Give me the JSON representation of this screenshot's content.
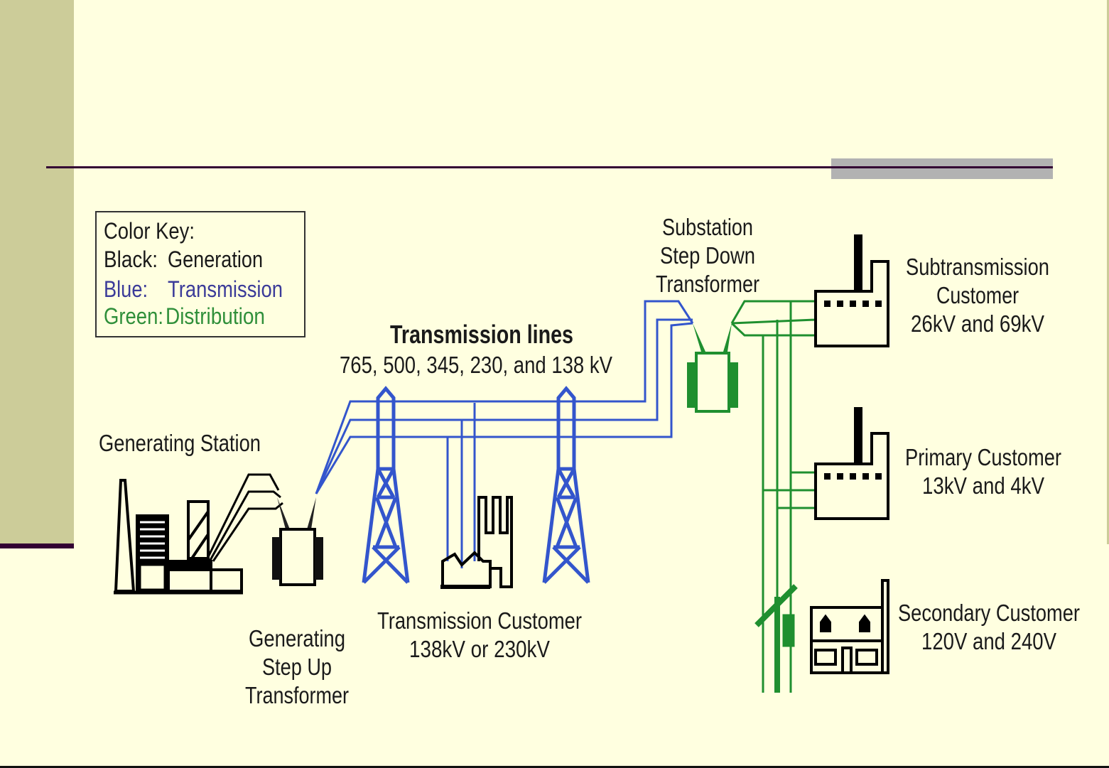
{
  "slide": {
    "title": "",
    "colors": {
      "background": "#ffffe0",
      "sidebar": "#cccc99",
      "rule": "#330033",
      "accent_bar": "#b2b2b2",
      "generation": "#000000",
      "transmission": "#3355cc",
      "distribution": "#1f8f2f"
    }
  },
  "color_key": {
    "heading": "Color Key:",
    "entries": [
      {
        "name": "Black:",
        "meaning": "Generation",
        "color": "#1a1a1a"
      },
      {
        "name": "Blue:",
        "meaning": "Transmission",
        "color": "#3b3b99"
      },
      {
        "name": "Green:",
        "meaning": "Distribution",
        "color": "#2f8f3a"
      }
    ]
  },
  "labels": {
    "generating_station": "Generating Station",
    "step_up": [
      "Generating",
      "Step Up",
      "Transformer"
    ],
    "transmission_lines_title": "Transmission lines",
    "transmission_lines_voltages": "765, 500, 345, 230, and 138 kV",
    "transmission_customer": [
      "Transmission Customer",
      "138kV or 230kV"
    ],
    "substation": [
      "Substation",
      "Step Down",
      "Transformer"
    ],
    "subtransmission_customer": [
      "Subtransmission",
      "Customer",
      "26kV and 69kV"
    ],
    "primary_customer": [
      "Primary Customer",
      "13kV and 4kV"
    ],
    "secondary_customer": [
      "Secondary Customer",
      "120V and 240V"
    ]
  },
  "icons": {
    "generating_station": "power-plant-icon",
    "step_up_transformer": "transformer-icon",
    "tower": "transmission-tower-icon",
    "transmission_customer": "factory-icon",
    "substation_transformer": "transformer-icon",
    "subtransmission_customer": "factory-icon",
    "primary_customer": "factory-icon",
    "secondary_customer": "house-icon",
    "utility_pole": "utility-pole-icon"
  }
}
